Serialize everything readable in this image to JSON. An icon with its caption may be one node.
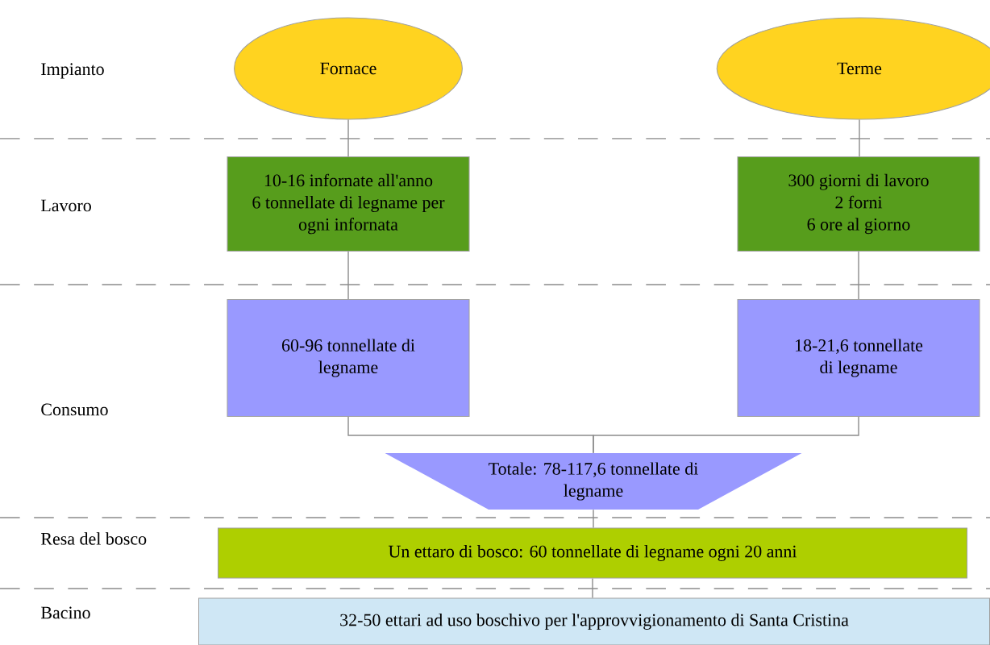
{
  "diagram": {
    "nodes": [
      {
        "text": [
          "Fornace"
        ]
      },
      {
        "text": [
          "Terme"
        ]
      },
      {
        "text": [
          "10-16 infornate all'anno",
          "6 tonnellate di legname per ogni infornata"
        ]
      },
      {
        "text": [
          "300 giorni di lavoro",
          "2 forni",
          "6 ore al giorno"
        ]
      },
      {
        "text": [
          "60-96 tonnellate di legname"
        ]
      },
      {
        "text": [
          "18-21,6 tonnellate di legname"
        ]
      },
      {
        "text": [
          "Totale: 78-117,6 tonnellate di legname"
        ]
      },
      {
        "text": [
          "Un ettaro di bosco: 60 tonnellate di legname ogni 20 anni"
        ]
      },
      {
        "text": [
          "32-50 ettari ad uso boschivo per l'approvvigionamento di Santa Cristina"
        ]
      }
    ],
    "edges": [
      {
        "from": 0,
        "to": 2,
        "arrow": "none"
      },
      {
        "from": 1,
        "to": 3,
        "arrow": "none"
      },
      {
        "from": 2,
        "to": 4,
        "arrow": "none"
      },
      {
        "from": 3,
        "to": 5,
        "arrow": "none"
      },
      {
        "from": 4,
        "to": 6,
        "arrow": "none"
      },
      {
        "from": 5,
        "to": 6,
        "arrow": "none"
      },
      {
        "from": 6,
        "to": 7,
        "arrow": "none"
      },
      {
        "from": 7,
        "to": 8,
        "arrow": "none"
      }
    ],
    "labels": [
      "Impianto",
      "Lavoro",
      "Consumo",
      "Resa del bosco",
      "Bacino"
    ]
  }
}
